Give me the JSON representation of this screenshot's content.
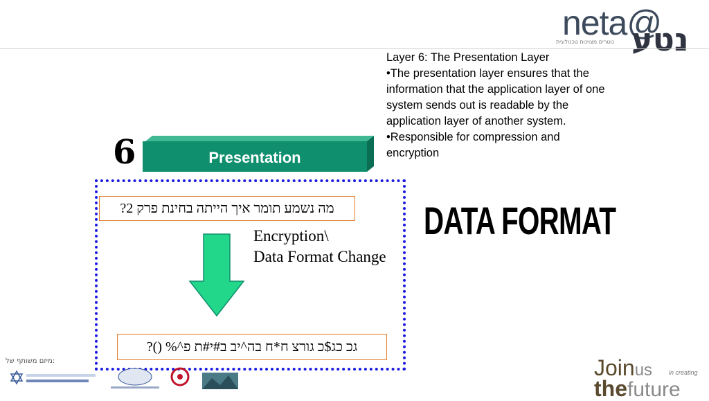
{
  "logo": {
    "latin": "neta",
    "at_symbol": "@",
    "hebrew": "נטע",
    "tagline": "נוטרים מצוינות טכנולוגית"
  },
  "description": {
    "title": "Layer 6: The Presentation Layer",
    "bullets": [
      "•The presentation layer ensures that the information that the application layer of one system sends out is readable by the application layer of another system.",
      "•Responsible for compression and encryption"
    ]
  },
  "layer": {
    "number": "6",
    "name": "Presentation",
    "color": "#0f8f6e"
  },
  "diagram": {
    "plain_text": "מה נשמע תומר איך הייתה בחינת פרק 2?",
    "transform_label_line1": "Encryption\\",
    "transform_label_line2": "Data Format Change",
    "encoded_text": "גכ כג$כ גורצ ח*ח בה^יב ב#י#ת פ^% ()?",
    "arrow_color": "#22d68a",
    "box_border_color": "#1a1ae0",
    "text_box_border_color": "#e37a2a"
  },
  "heading": {
    "data_format": "DATA FORMAT"
  },
  "footer": {
    "partners_label": "מיזם משותף של:",
    "join": "Join",
    "us": "us",
    "in_creating": "in creating",
    "the": "the",
    "future": "future"
  }
}
